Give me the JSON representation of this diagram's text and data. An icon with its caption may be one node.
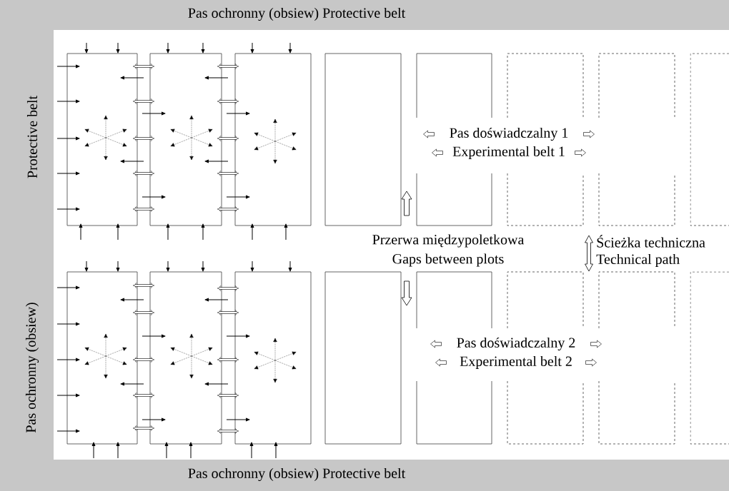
{
  "diagram": {
    "nodes": [
      {
        "text": [],
        "shape": "box"
      },
      {
        "text": [],
        "shape": "box"
      },
      {
        "text": [],
        "shape": "box"
      },
      {
        "text": [],
        "shape": "box"
      },
      {
        "text": [],
        "shape": "box"
      },
      {
        "text": [],
        "shape": "box"
      },
      {
        "text": [],
        "shape": "box"
      },
      {
        "text": [],
        "shape": "box"
      },
      {
        "text": [],
        "shape": "box"
      },
      {
        "text": [],
        "shape": "box"
      },
      {
        "text": [],
        "shape": "box"
      },
      {
        "text": [],
        "shape": "box"
      },
      {
        "text": [],
        "shape": "box"
      },
      {
        "text": [],
        "shape": "box"
      },
      {
        "text": [],
        "shape": "box"
      },
      {
        "text": [],
        "shape": "box"
      },
      {
        "text": [
          "Przerwa międzypoletkowa",
          "Gaps between plots"
        ]
      }
    ],
    "edges": [
      {
        "from": 16,
        "to": null,
        "arrow": "to"
      },
      {
        "from": 16,
        "to": null,
        "arrow": "to"
      },
      {
        "from": 5,
        "to": 13,
        "arrow": "both"
      }
    ],
    "labels": [
      "Pas ochronny (obsiew) Protective belt",
      "Protective belt",
      "Pas doświadczalny 1",
      "Experimental belt 1",
      "Ścieżka techniczna",
      "Technical path",
      "Pas ochronny (obsiew)",
      "Pas doświadczalny 2",
      "Experimental belt 2",
      "Pas ochronny (obsiew) Protective belt"
    ]
  }
}
